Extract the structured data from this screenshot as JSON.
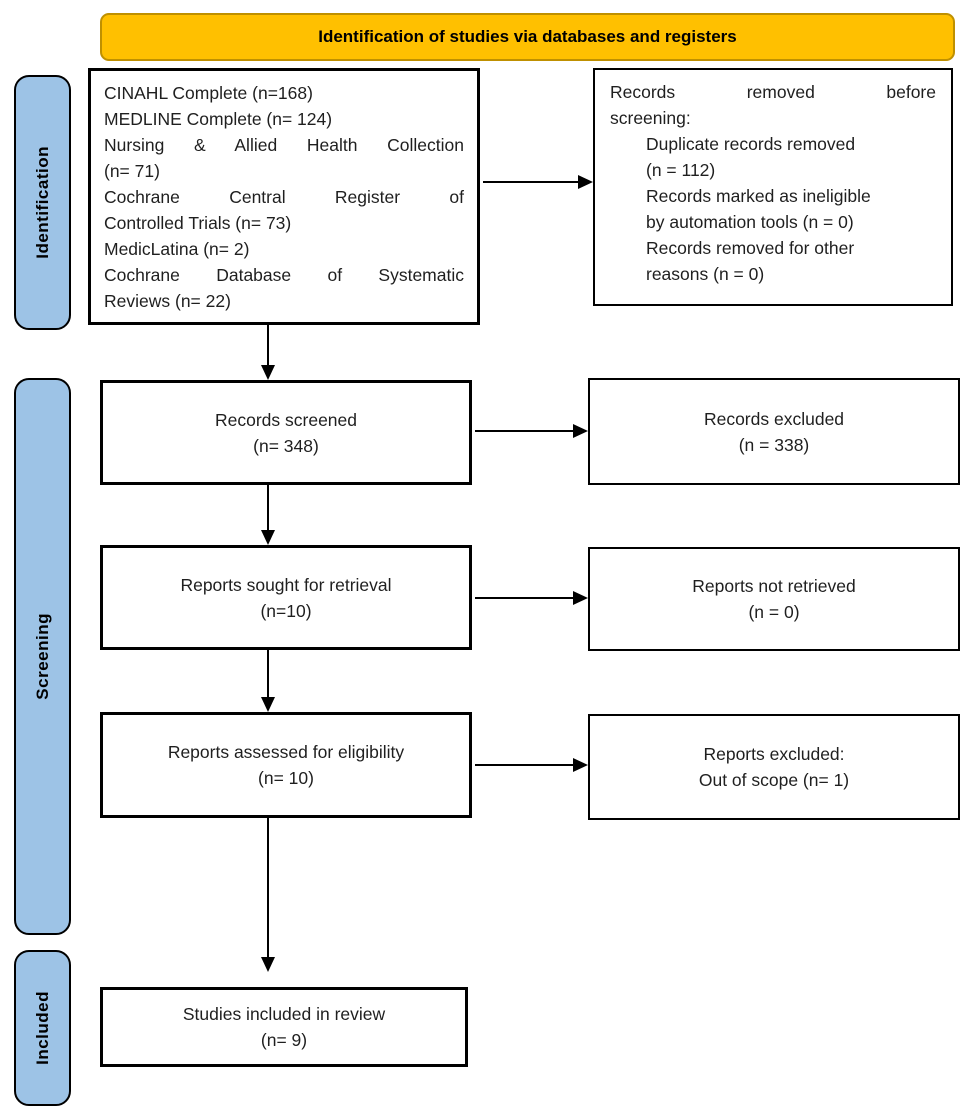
{
  "banner": {
    "title": "Identification of studies via databases and registers"
  },
  "stages": [
    {
      "label": "Identification"
    },
    {
      "label": "Screening"
    },
    {
      "label": "Included"
    }
  ],
  "boxes": {
    "databases": {
      "display_lines": [
        "CINAHL Complete (n=168)",
        "MEDLINE Complete (n= 124)",
        "Nursing & Allied Health Collection",
        "(n= 71)",
        "Cochrane Central Register of",
        "Controlled Trials (n= 73)",
        "MedicLatina (n= 2)",
        "Cochrane Database of Systematic",
        "Reviews (n= 22)"
      ]
    },
    "records_removed": {
      "intro_line1": "Records removed before",
      "intro_line2": "screening:",
      "item_lines": [
        "Duplicate records removed",
        "(n = 112)",
        "Records marked as ineligible",
        "by automation tools (n = 0)",
        "Records removed for other",
        "reasons (n = 0)"
      ]
    },
    "records_screened": {
      "line1": "Records screened",
      "line2": "(n= 348)"
    },
    "records_excluded": {
      "line1": "Records excluded",
      "line2": "(n = 338)"
    },
    "reports_sought": {
      "line1": "Reports sought for retrieval",
      "line2": "(n=10)"
    },
    "reports_not_retrieved": {
      "line1": "Reports not retrieved",
      "line2": "(n = 0)"
    },
    "reports_assessed": {
      "line1": "Reports assessed for eligibility",
      "line2": "(n= 10)"
    },
    "reports_excluded": {
      "line1": "Reports excluded:",
      "line2": "Out of scope (n= 1)"
    },
    "studies_included": {
      "line1": "Studies included in review",
      "line2": "(n= 9)"
    }
  },
  "colors": {
    "banner_bg": "#FFC000",
    "banner_border": "#BF9000",
    "stage_bg": "#9DC3E6",
    "box_bg": "#FFFFFF",
    "box_border": "#000000",
    "arrow": "#000000",
    "text": "#1F1F1F"
  }
}
